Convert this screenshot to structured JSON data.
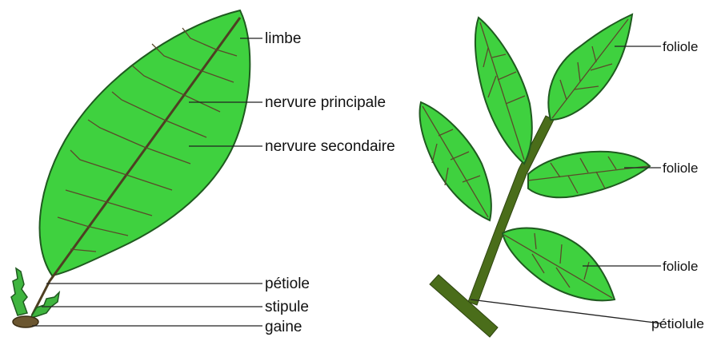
{
  "labels": {
    "limbe": "limbe",
    "nervure_principale": "nervure principale",
    "nervure_secondaire": "nervure secondaire",
    "petiole": "pétiole",
    "stipule": "stipule",
    "gaine": "gaine",
    "foliole_1": "foliole",
    "foliole_2": "foliole",
    "foliole_3": "foliole",
    "petiolule": "pétiolule"
  },
  "colors": {
    "leaf_green": "#3fd13f",
    "leaf_outline": "#1f5a1f",
    "stem": "#4a6d1a",
    "vein": "#5a4a2a"
  }
}
